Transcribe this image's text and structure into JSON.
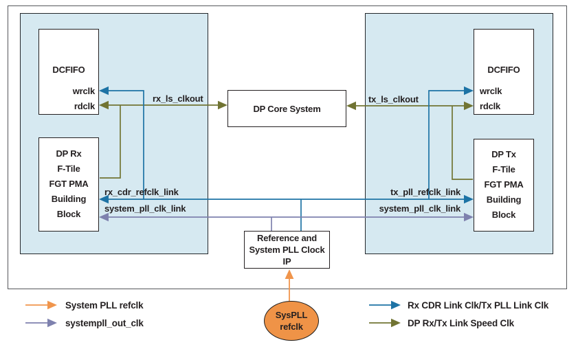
{
  "colors": {
    "container": "#d6e9f1",
    "blue": "#1d73a5",
    "olive": "#717433",
    "purple": "#7e81ae",
    "orange": "#f0954c",
    "ellipse": "#ef9347",
    "border": "#231f20",
    "outer_border": "#55565a",
    "text": "#231f20"
  },
  "blocks": {
    "dcfifo_left": {
      "title": "DCFIFO",
      "wrclk": "wrclk",
      "rdclk": "rdclk"
    },
    "dcfifo_right": {
      "title": "DCFIFO",
      "wrclk": "wrclk",
      "rdclk": "rdclk"
    },
    "dp_rx": {
      "text": "DP Rx\nF-Tile\nFGT PMA\nBuilding\nBlock"
    },
    "dp_tx": {
      "text": "DP Tx\nF-Tile\nFGT PMA\nBuilding\nBlock"
    },
    "dp_core": {
      "title": "DP Core System"
    },
    "ref_clock_ip": {
      "text": "Reference and\nSystem PLL Clock IP"
    },
    "syspll": {
      "text": "SysPLL\nrefclk"
    }
  },
  "wires": {
    "rx_ls_clkout": "rx_ls_clkout",
    "tx_ls_clkout": "tx_ls_clkout",
    "rx_cdr_refclk_link": "rx_cdr_refclk_link",
    "tx_pll_refclk_link": "tx_pll_refclk_link",
    "system_pll_clk_link_left": "system_pll_clk_link",
    "system_pll_clk_link_right": "system_pll_clk_link"
  },
  "legend": {
    "system_pll_refclk": "System PLL refclk",
    "systempll_out_clk": "systempll_out_clk",
    "rx_cdr_tx_pll_link": "Rx CDR Link Clk/Tx PLL Link Clk",
    "dp_link_speed": "DP Rx/Tx Link Speed Clk"
  }
}
